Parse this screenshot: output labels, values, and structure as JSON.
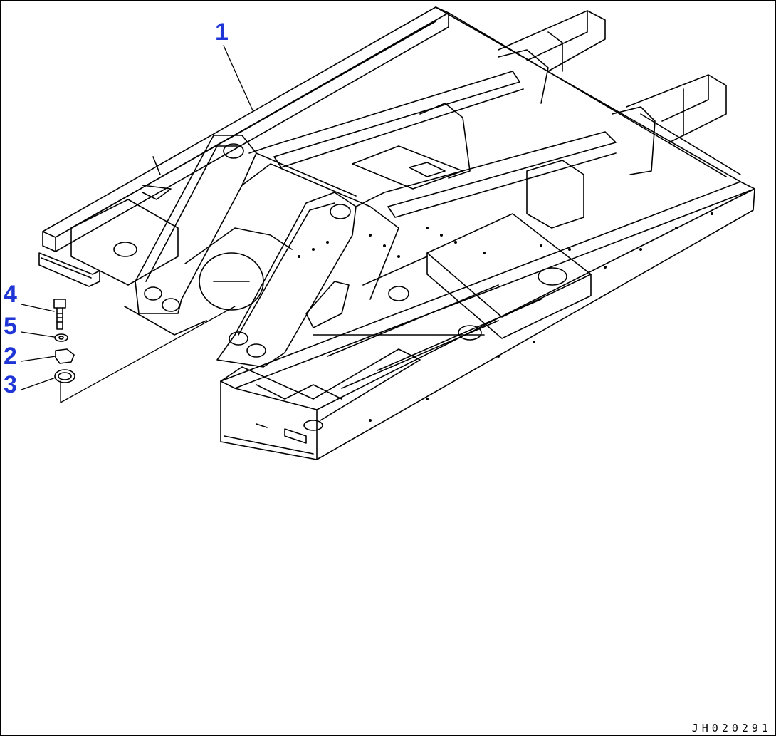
{
  "callouts": [
    {
      "label": "1"
    },
    {
      "label": "4"
    },
    {
      "label": "5"
    },
    {
      "label": "2"
    },
    {
      "label": "3"
    }
  ],
  "drawing_code": "JH020291",
  "colors": {
    "callout": "#1f35d6",
    "line": "#000000",
    "background": "#ffffff"
  }
}
